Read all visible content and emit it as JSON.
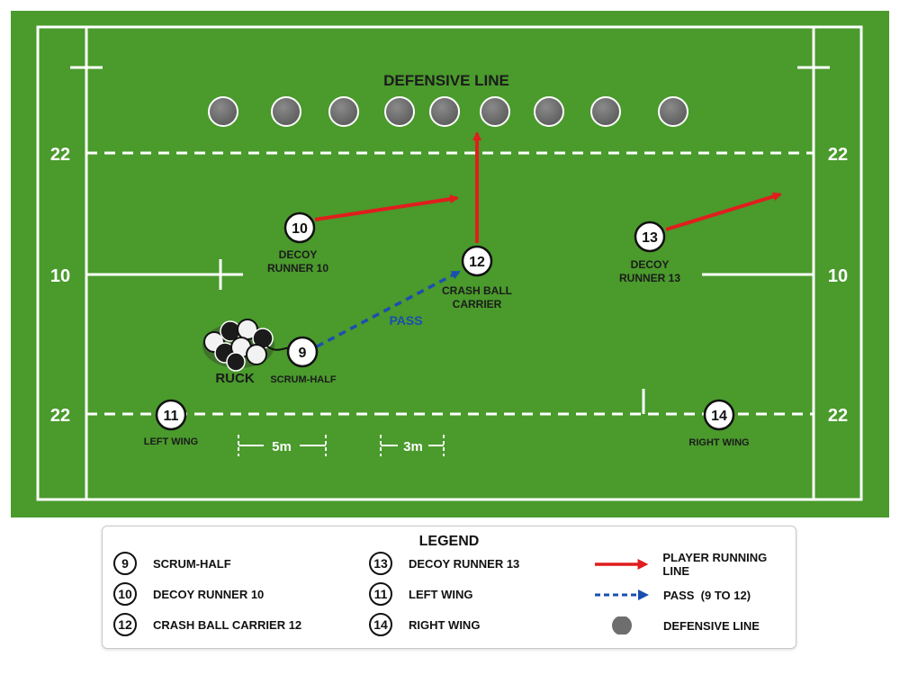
{
  "pitch": {
    "title": "DEFENSIVE LINE",
    "line_labels": {
      "left_22_top": "22",
      "right_22_top": "22",
      "left_10": "10",
      "right_10": "10",
      "left_22_bottom": "22",
      "right_22_bottom": "22"
    },
    "distances": {
      "five_m": "5m",
      "three_m": "3m"
    },
    "ruck_label": "RUCK",
    "pass_label": "PASS",
    "players": {
      "p9": {
        "number": "9",
        "label": "SCRUM-HALF"
      },
      "p10": {
        "number": "10",
        "label_line1": "DECOY",
        "label_line2": "RUNNER 10"
      },
      "p12": {
        "number": "12",
        "label_line1": "CRASH BALL",
        "label_line2": "CARRIER"
      },
      "p13": {
        "number": "13",
        "label_line1": "DECOY",
        "label_line2": "RUNNER 13"
      },
      "p11": {
        "number": "11",
        "label": "LEFT WING"
      },
      "p14": {
        "number": "14",
        "label": "RIGHT WING"
      }
    },
    "colors": {
      "grass": "#4a9a2c",
      "line": "#ffffff",
      "run_arrow": "#e11d1d",
      "pass_arrow": "#1a4fb0",
      "defender": "#6e6e6e"
    }
  },
  "legend": {
    "title": "LEGEND",
    "items": [
      {
        "number": "9",
        "label": "SCRUM-HALF"
      },
      {
        "number": "10",
        "label": "DECOY RUNNER 10"
      },
      {
        "number": "12",
        "label": "CRASH BALL CARRIER 12"
      },
      {
        "number": "13",
        "label": "DECOY RUNNER 13"
      },
      {
        "number": "11",
        "label": "LEFT WING"
      },
      {
        "number": "14",
        "label": "RIGHT WING"
      }
    ],
    "symbols": {
      "run": "PLAYER RUNNING LINE",
      "pass": "PASS  (9 TO 12)",
      "defense": "DEFENSIVE LINE"
    }
  }
}
